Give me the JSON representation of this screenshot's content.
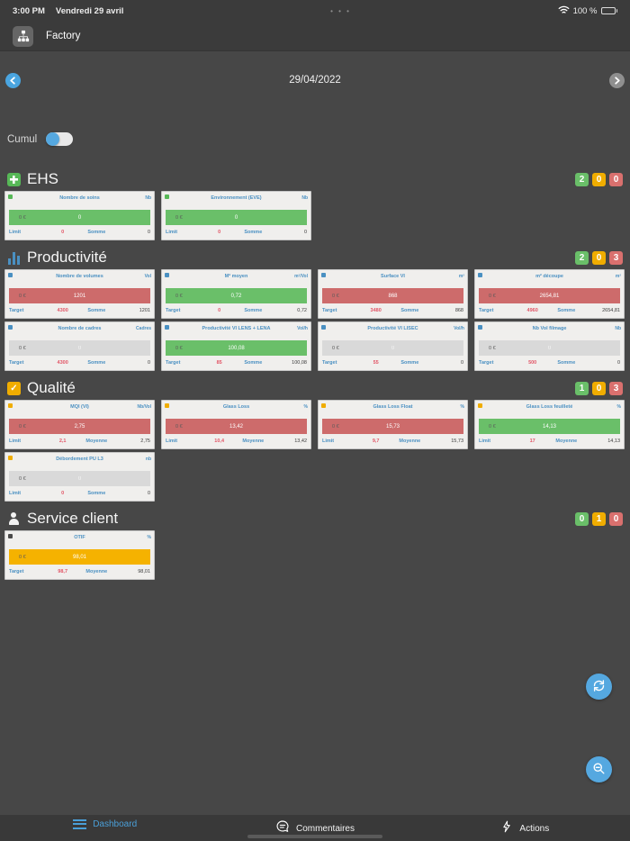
{
  "status_bar": {
    "time": "3:00 PM",
    "date": "Vendredi 29 avril",
    "center_dots": "• • •",
    "battery_percent": "100 %"
  },
  "header": {
    "title": "Factory",
    "icon": "org-hierarchy-icon"
  },
  "date_nav": {
    "current_date": "29/04/2022"
  },
  "filters": {
    "cumul_label": "Cumul",
    "cumul_on": false
  },
  "colors": {
    "bar_green": "#6abf69",
    "bar_red": "#cd6b6b",
    "bar_yellow": "#f5b200",
    "bar_gray": "#d9d9d9",
    "badge_green": "#6abf69",
    "badge_yellow": "#f0ad00",
    "badge_red": "#d9706e",
    "accent_blue": "#55a8e0",
    "link_blue": "#4a90c2",
    "value_red": "#e25566"
  },
  "sections": [
    {
      "id": "ehs",
      "title": "EHS",
      "icon": "first-aid-icon",
      "badges": {
        "green": "2",
        "yellow": "0",
        "red": "0"
      },
      "cards": [
        {
          "title": "Nombre de soins",
          "unit": "Nb",
          "status": "green",
          "bar_left": "0 €",
          "value": "0",
          "foot": [
            "Limit",
            "0",
            "Somme",
            "0"
          ]
        },
        {
          "title": "Environnement (EVE)",
          "unit": "Nb",
          "status": "green",
          "bar_left": "0 €",
          "value": "0",
          "foot": [
            "Limit",
            "0",
            "Somme",
            "0"
          ]
        }
      ]
    },
    {
      "id": "productivite",
      "title": "Productivité",
      "icon": "bar-chart-icon",
      "badges": {
        "green": "2",
        "yellow": "0",
        "red": "3"
      },
      "cards": [
        {
          "title": "Nombre de volumes",
          "unit": "Vol",
          "status": "red",
          "bar_left": "0 €",
          "value": "1201",
          "foot": [
            "Target",
            "4300",
            "Somme",
            "1201"
          ]
        },
        {
          "title": "M² moyen",
          "unit": "m²/Vol",
          "status": "green",
          "bar_left": "0 €",
          "value": "0,72",
          "foot": [
            "Target",
            "0",
            "Somme",
            "0,72"
          ]
        },
        {
          "title": "Surface VI",
          "unit": "m²",
          "status": "red",
          "bar_left": "0 €",
          "value": "868",
          "foot": [
            "Target",
            "3480",
            "Somme",
            "868"
          ]
        },
        {
          "title": "m² découpe",
          "unit": "m²",
          "status": "red",
          "bar_left": "0 €",
          "value": "2654,81",
          "foot": [
            "Target",
            "4960",
            "Somme",
            "2654,81"
          ]
        },
        {
          "title": "Nombre de cadres",
          "unit": "Cadres",
          "status": "gray",
          "bar_left": "0 €",
          "value": "0",
          "foot": [
            "Target",
            "4300",
            "Somme",
            "0"
          ]
        },
        {
          "title": "Productivité VI LENS + LENA",
          "unit": "Vol/h",
          "status": "green",
          "bar_left": "0 €",
          "value": "100,08",
          "foot": [
            "Target",
            "85",
            "Somme",
            "100,08"
          ]
        },
        {
          "title": "Productivité VI LISEC",
          "unit": "Vol/h",
          "status": "gray",
          "bar_left": "0 €",
          "value": "0",
          "foot": [
            "Target",
            "55",
            "Somme",
            "0"
          ]
        },
        {
          "title": "Nb Vol filmage",
          "unit": "Nb",
          "status": "gray",
          "bar_left": "0 €",
          "value": "0",
          "foot": [
            "Target",
            "500",
            "Somme",
            "0"
          ]
        }
      ]
    },
    {
      "id": "qualite",
      "title": "Qualité",
      "icon": "clipboard-check-icon",
      "badges": {
        "green": "1",
        "yellow": "0",
        "red": "3"
      },
      "cards": [
        {
          "title": "MQI (VI)",
          "unit": "Nb/Vol",
          "status": "red",
          "bar_left": "0 €",
          "value": "2,75",
          "foot": [
            "Limit",
            "2,1",
            "Moyenne",
            "2,75"
          ]
        },
        {
          "title": "Glass Loss",
          "unit": "%",
          "status": "red",
          "bar_left": "0 €",
          "value": "13,42",
          "foot": [
            "Limit",
            "10,4",
            "Moyenne",
            "13,42"
          ]
        },
        {
          "title": "Glass Loss Float",
          "unit": "%",
          "status": "red",
          "bar_left": "0 €",
          "value": "15,73",
          "foot": [
            "Limit",
            "9,7",
            "Moyenne",
            "15,73"
          ]
        },
        {
          "title": "Glass Loss feuilleté",
          "unit": "%",
          "status": "green",
          "bar_left": "0 €",
          "value": "14,13",
          "foot": [
            "Limit",
            "17",
            "Moyenne",
            "14,13"
          ]
        },
        {
          "title": "Débordement PU L3",
          "unit": "nb",
          "status": "gray",
          "bar_left": "0 €",
          "value": "0",
          "foot": [
            "Limit",
            "0",
            "Somme",
            "0"
          ]
        }
      ]
    },
    {
      "id": "service",
      "title": "Service client",
      "icon": "person-icon",
      "badges": {
        "green": "0",
        "yellow": "1",
        "red": "0"
      },
      "cards": [
        {
          "title": "OTIF",
          "unit": "%",
          "status": "yellow",
          "bar_left": "0 €",
          "value": "98,01",
          "foot": [
            "Target",
            "98,7",
            "Moyenne",
            "98,01"
          ]
        }
      ]
    }
  ],
  "fabs": [
    {
      "icon": "refresh-icon"
    },
    {
      "icon": "zoom-out-icon"
    }
  ],
  "tab_bar": {
    "items": [
      {
        "id": "dashboard",
        "label": "Dashboard",
        "icon": "list-icon",
        "active": true
      },
      {
        "id": "commentaires",
        "label": "Commentaires",
        "icon": "speech-bubble-icon",
        "active": false
      },
      {
        "id": "actions",
        "label": "Actions",
        "icon": "lightning-bolt-icon",
        "active": false
      }
    ]
  }
}
